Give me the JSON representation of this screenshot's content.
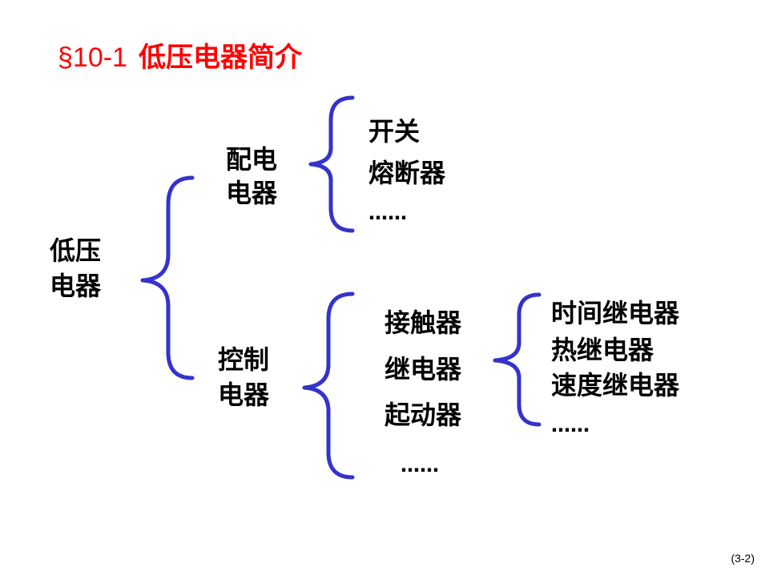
{
  "title": {
    "section": "§10-1",
    "text": "低压电器简介"
  },
  "root": {
    "line1": "低压",
    "line2": "电器"
  },
  "distribution": {
    "line1": "配电",
    "line2": "电器",
    "items": [
      "开关",
      "熔断器",
      "……"
    ]
  },
  "control": {
    "line1": "控制",
    "line2": "电器",
    "items": [
      "接触器",
      "继电器",
      "起动器",
      "……"
    ]
  },
  "relays": {
    "items": [
      "时间继电器",
      "热继电器",
      "速度继电器",
      "……"
    ]
  },
  "colors": {
    "title": "#ff0000",
    "brace": "#3333cc",
    "text": "#000000"
  },
  "page_number": "(3-2)"
}
